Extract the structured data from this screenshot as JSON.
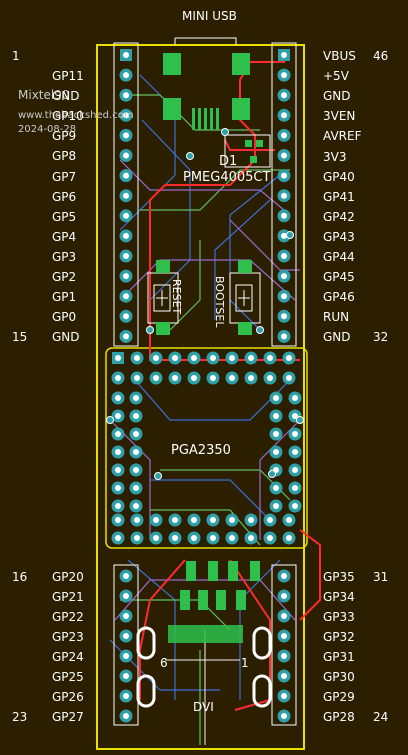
{
  "header": {
    "usb_label": "MINI USB"
  },
  "watermark": {
    "name": "Mixtel90",
    "site": "www.thebackshed.com",
    "date": "2024-08-28"
  },
  "left_pins_top": [
    "GP11",
    "GND",
    "GP10",
    "GP9",
    "GP8",
    "GP7",
    "GP6",
    "GP5",
    "GP4",
    "GP3",
    "GP2",
    "GP1",
    "GP0",
    "GND"
  ],
  "right_pins_top": [
    "VBUS",
    "+5V",
    "GND",
    "3VEN",
    "AVREF",
    "3V3",
    "GP40",
    "GP41",
    "GP42",
    "GP43",
    "GP44",
    "GP45",
    "GP46",
    "RUN",
    "GND"
  ],
  "left_pins_bottom": [
    "GP20",
    "GP21",
    "GP22",
    "GP23",
    "GP24",
    "GP25",
    "GP26",
    "GP27"
  ],
  "right_pins_bottom": [
    "GP35",
    "GP34",
    "GP33",
    "GP32",
    "GP31",
    "GP30",
    "GP29",
    "GP28"
  ],
  "pin_numbers": {
    "top_left": "1",
    "top_right": "46",
    "mid_left": "15",
    "mid_right": "32",
    "bottom_top_left": "16",
    "bottom_top_right": "31",
    "bottom_left": "23",
    "bottom_right": "24"
  },
  "components": {
    "diode_ref": "D1",
    "diode_part": "PMEG4005CT",
    "reset": "RESET",
    "bootsel": "BOOTSEL",
    "chip": "PGA2350",
    "dvi": "DVI",
    "pad_l": "6",
    "pad_r": "1"
  },
  "colors": {
    "board": "#2b1f00",
    "outline": "#e8e000",
    "red_trace": "#ff2a2a",
    "blue_trace": "#3f6fd8",
    "green_trace": "#60c060",
    "purple_trace": "#9a6bd0",
    "pad": "#2fa0a8"
  }
}
